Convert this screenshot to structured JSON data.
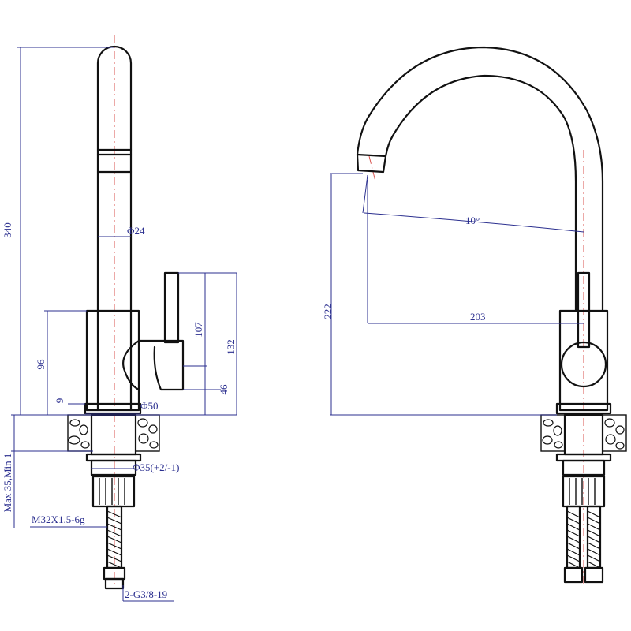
{
  "colors": {
    "outline": "#111111",
    "dimension": "#2b2f8f",
    "centerline": "#d9534f",
    "background": "#ffffff"
  },
  "side_view": {
    "dims": {
      "height_total": "340",
      "spout_diameter": "Φ24",
      "handle_height": "107",
      "body_height": "132",
      "base_height": "96",
      "handle_offset": "46",
      "base_ring": "9",
      "base_diameter": "Φ50",
      "mount_hole": "Φ35(+2/-1)",
      "counter_thickness": "Max 35,Min 1",
      "thread": "M32X1.5-6g",
      "hose_connector": "2-G3/8-19"
    }
  },
  "front_view": {
    "dims": {
      "spout_height": "222",
      "spout_angle": "10°",
      "spout_reach": "203"
    }
  }
}
